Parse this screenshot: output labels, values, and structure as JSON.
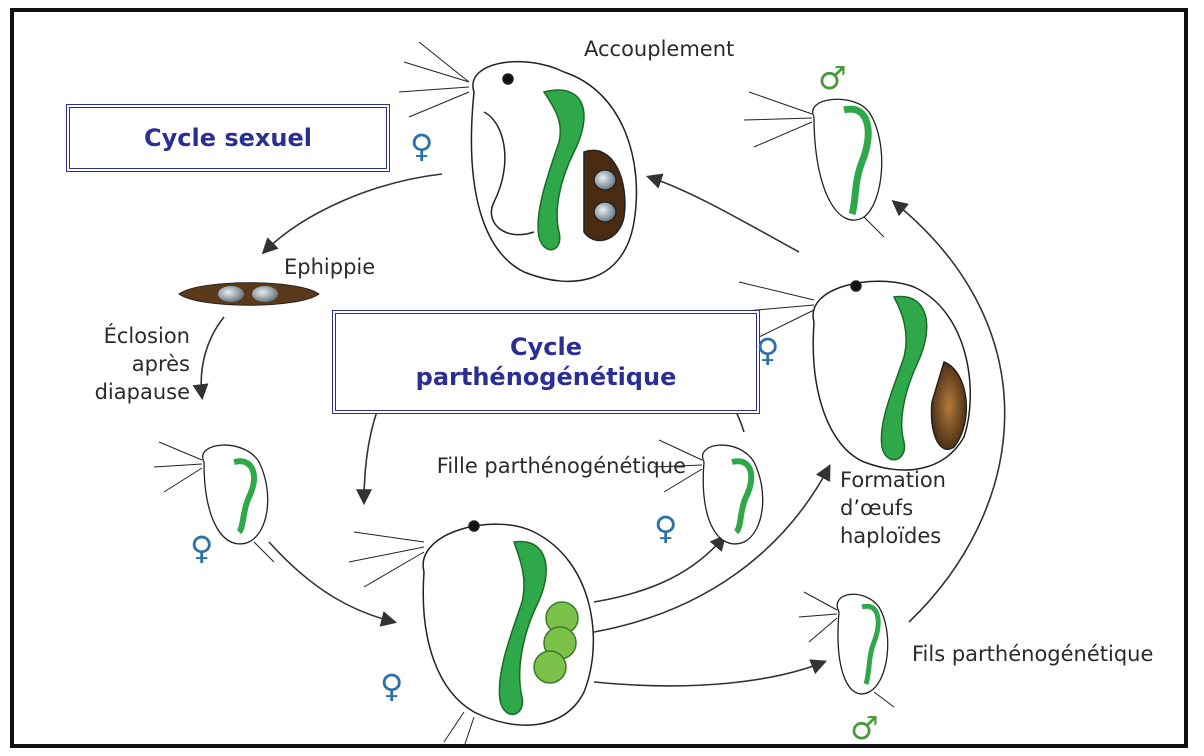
{
  "titles": {
    "sexual_cycle": "Cycle sexuel",
    "parthenogenetic_cycle_line1": "Cycle",
    "parthenogenetic_cycle_line2": "parthénogénétique"
  },
  "labels": {
    "mating": "Accouplement",
    "ephippium": "Ephippie",
    "hatching": "Éclosion après diapause",
    "daughter": "Fille parthénogénétique",
    "haploid_eggs": "Formation d’œufs haploïdes",
    "son": "Fils parthénogénétique"
  },
  "symbols": {
    "female": "♀",
    "male": "♂"
  },
  "colors": {
    "title_blue": "#2a2f93",
    "gut_green": "#2fa84a",
    "egg_green": "#7cc24a",
    "ephippium_brown": "#5a3a1a",
    "female_symbol": "#2d6fa8",
    "male_symbol": "#4a9a3c"
  }
}
